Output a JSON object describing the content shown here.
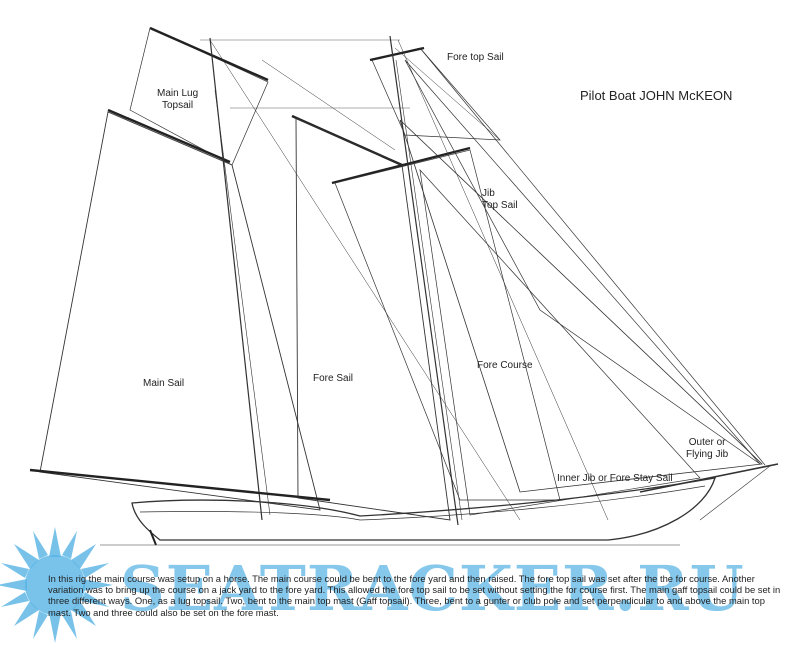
{
  "title": "Pilot Boat JOHN McKEON",
  "labels": {
    "fore_top_sail": "Fore top Sail",
    "main_lug_topsail": "Main Lug\nTopsail",
    "jib_top_sail": "Jib\nTop Sail",
    "main_sail": "Main Sail",
    "fore_sail": "Fore Sail",
    "fore_course": "Fore Course",
    "outer_jib": "Outer or\nFlying Jib",
    "inner_jib": "Inner Jib or Fore Stay Sail"
  },
  "caption": "In this rig the main course was setup on a horse. The main course could be bent to the fore yard and then raised. The fore top sail was set after the the for course. Another variation was to bring up the course on a jack yard to the fore yard. This allowed the fore top sail to be set without setting the for course first. The main gaff topsail could be set in three different ways. One, as a lug topsail. Two, bent to the main top mast (Gaff topsail). Three, bent to a gunter or club pole and set perpendicular to and above the main top mast. Two and three could also be set on the fore mast.",
  "watermark": {
    "text": "SEATRACKER.RU",
    "color": "#57b4e6",
    "logo": "sunburst-logo"
  }
}
